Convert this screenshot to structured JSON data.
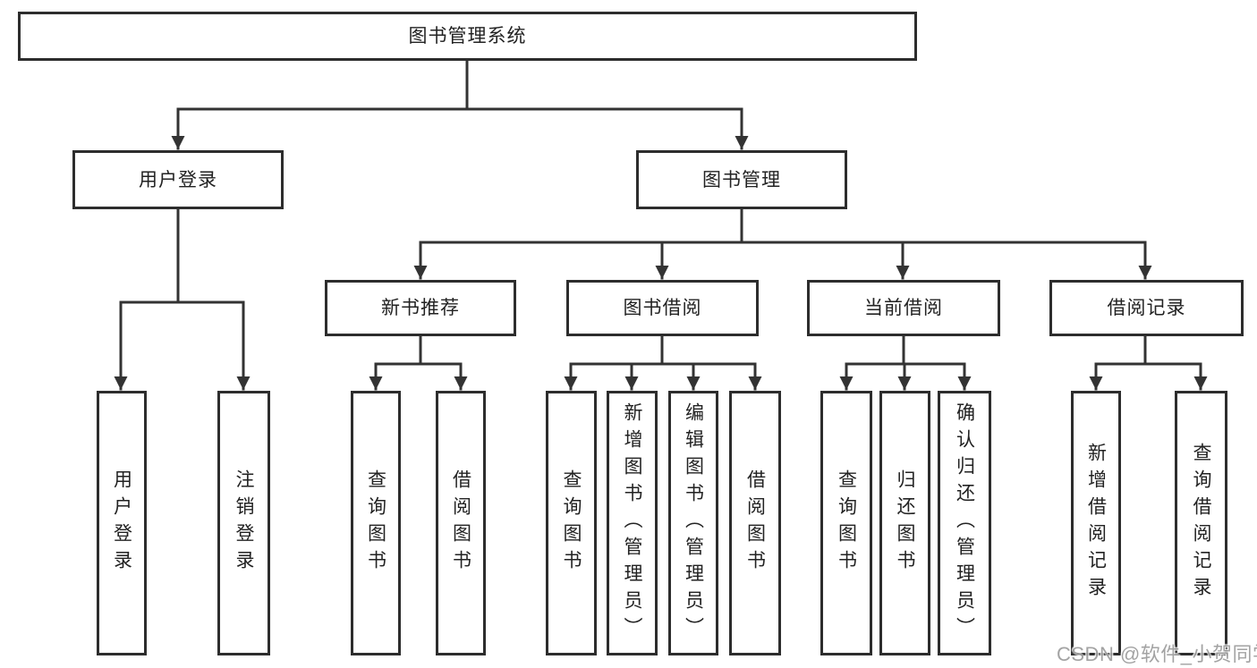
{
  "tree": {
    "root": "图书管理系统",
    "branches": [
      {
        "label": "用户登录",
        "children": [
          {
            "label": "用户登录"
          },
          {
            "label": "注销登录"
          }
        ]
      },
      {
        "label": "图书管理",
        "children": [
          {
            "label": "新书推荐",
            "children": [
              {
                "label": "查询图书"
              },
              {
                "label": "借阅图书"
              }
            ]
          },
          {
            "label": "图书借阅",
            "children": [
              {
                "label": "查询图书"
              },
              {
                "label": "新增图书（管理员）"
              },
              {
                "label": "编辑图书（管理员）"
              },
              {
                "label": "借阅图书"
              }
            ]
          },
          {
            "label": "当前借阅",
            "children": [
              {
                "label": "查询图书"
              },
              {
                "label": "归还图书"
              },
              {
                "label": "确认归还（管理员）"
              }
            ]
          },
          {
            "label": "借阅记录",
            "children": [
              {
                "label": "新增借阅记录"
              },
              {
                "label": "查询借阅记录"
              }
            ]
          }
        ]
      }
    ]
  },
  "watermark": {
    "text": "CSDN @软件_小贺同学"
  },
  "colors": {
    "line": "#333333",
    "box_border": "#2d2d2d",
    "text": "#222222",
    "watermark": "#9c9c9c",
    "background": "#ffffff"
  }
}
